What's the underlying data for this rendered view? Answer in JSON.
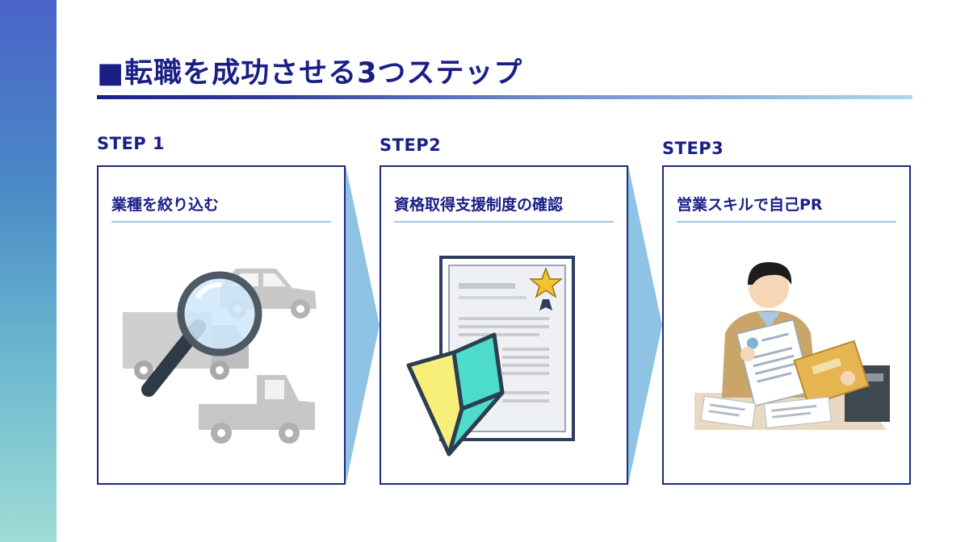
{
  "slide": {
    "title": "■転職を成功させる3つステップ"
  },
  "steps": [
    {
      "label": "STEP 1",
      "title": "業種を絞り込む",
      "illustration_icon": "magnifier-vehicles-icon"
    },
    {
      "label": "STEP2",
      "title": "資格取得支援制度の確認",
      "illustration_icon": "certificate-beginner-mark-icon"
    },
    {
      "label": "STEP3",
      "title": "営業スキルで自己PR",
      "illustration_icon": "person-with-resume-icon"
    }
  ],
  "colors": {
    "accent_navy": "#1a1f86",
    "arrow_blue": "#8ec3e6",
    "rule_light": "#9ec7e6"
  }
}
